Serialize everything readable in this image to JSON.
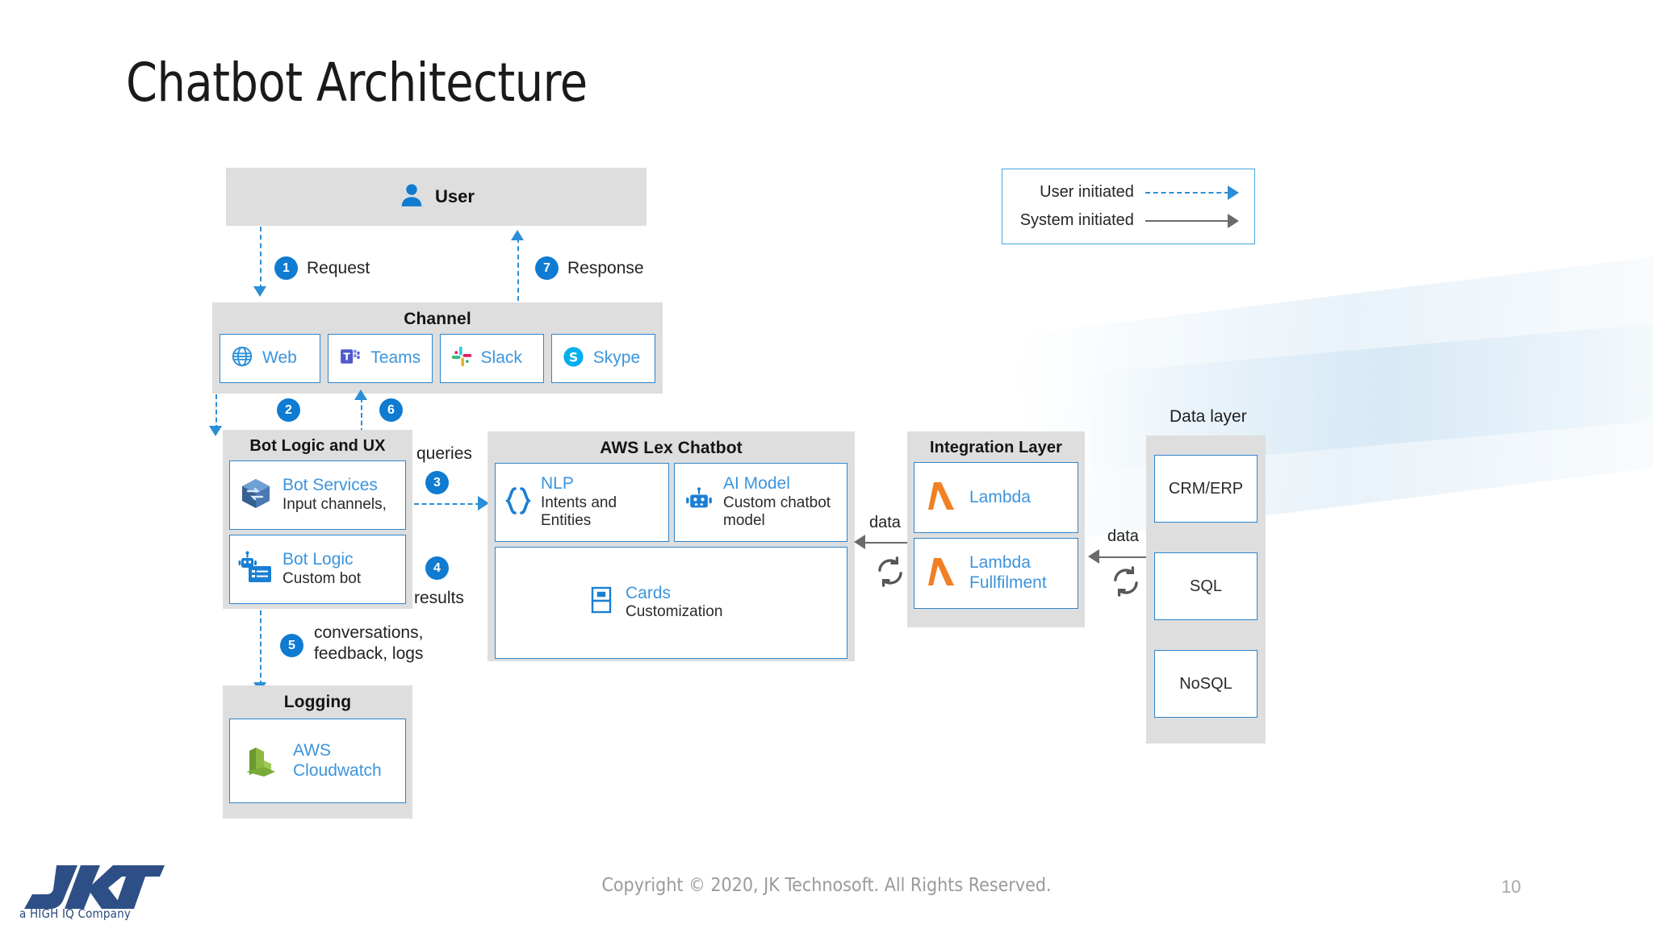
{
  "slide": {
    "title": "Chatbot Architecture",
    "page_number": "10",
    "footer": "Copyright © 2020, JK Technosoft. All Rights Reserved.",
    "logo_text": "JKT",
    "logo_tagline": "a HIGH IQ Company",
    "accent_blue": "#2b8fd6",
    "card_blue": "#3c94dd",
    "group_gray": "#dedede",
    "badge_blue": "#0f7bd1",
    "lambda_orange": "#f08023"
  },
  "legend": {
    "rows": [
      {
        "label": "User initiated",
        "style": "dashed-blue"
      },
      {
        "label": "System initiated",
        "style": "solid-gray"
      }
    ]
  },
  "user_box": {
    "label": "User",
    "icon": "person-icon"
  },
  "channel": {
    "header": "Channel",
    "items": [
      {
        "label": "Web",
        "icon": "globe-icon"
      },
      {
        "label": "Teams",
        "icon": "microsoft-teams-icon"
      },
      {
        "label": "Slack",
        "icon": "slack-icon"
      },
      {
        "label": "Skype",
        "icon": "skype-icon"
      }
    ]
  },
  "bot_logic": {
    "header": "Bot Logic and UX",
    "cards": [
      {
        "title": "Bot Services",
        "sub": "Input channels,",
        "icon": "bot-services-icon"
      },
      {
        "title": "Bot Logic",
        "sub": "Custom bot",
        "icon": "bot-logic-icon"
      }
    ]
  },
  "lex": {
    "header": "AWS Lex Chatbot",
    "cards": [
      {
        "title": "NLP",
        "sub": "Intents and\nEntities",
        "icon": "braces-icon"
      },
      {
        "title": "AI Model",
        "sub": "Custom chatbot\nmodel",
        "icon": "robot-icon"
      },
      {
        "title": "Cards",
        "sub": "Customization",
        "icon": "card-icon"
      }
    ]
  },
  "integration": {
    "header": "Integration Layer",
    "cards": [
      {
        "title": "Lambda",
        "icon": "lambda-icon"
      },
      {
        "title": "Lambda\nFullfilment",
        "icon": "lambda-icon"
      }
    ]
  },
  "data_layer": {
    "label": "Data layer",
    "items": [
      {
        "label": "CRM/ERP"
      },
      {
        "label": "SQL"
      },
      {
        "label": "NoSQL"
      }
    ]
  },
  "logging": {
    "header": "Logging",
    "card": {
      "title": "AWS\nCloudwatch",
      "icon": "aws-cloudwatch-icon"
    }
  },
  "steps": [
    {
      "n": "1",
      "label": "Request"
    },
    {
      "n": "2",
      "label": ""
    },
    {
      "n": "3",
      "label": "queries"
    },
    {
      "n": "4",
      "label": "results"
    },
    {
      "n": "5",
      "label": "conversations,\nfeedback, logs"
    },
    {
      "n": "6",
      "label": ""
    },
    {
      "n": "7",
      "label": "Response"
    }
  ],
  "flow_labels": {
    "data_left": "data",
    "data_right": "data"
  }
}
